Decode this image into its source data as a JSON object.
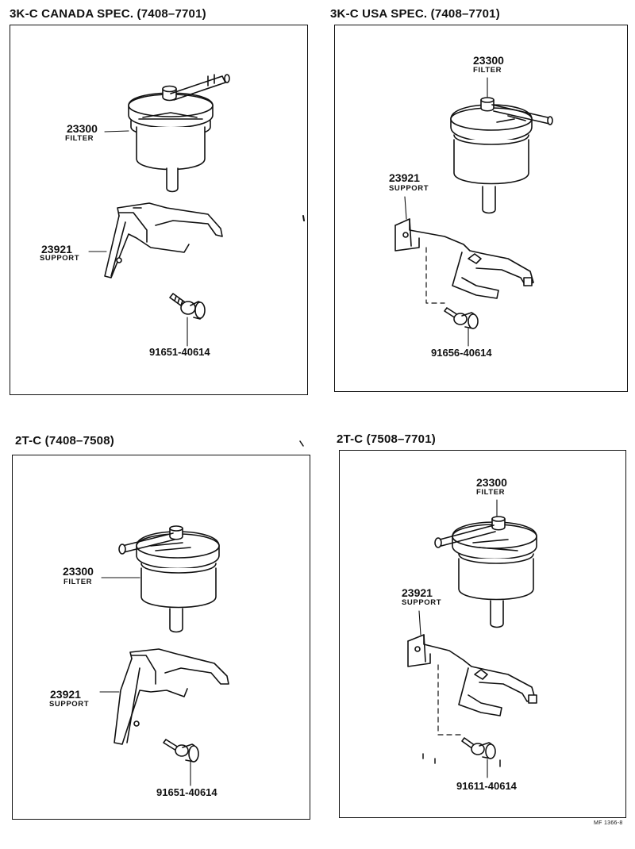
{
  "panels": [
    {
      "title": "3K-C CANADA SPEC. (7408–7701)",
      "filter": {
        "part_no": "23300",
        "name": "FILTER"
      },
      "support": {
        "part_no": "23921",
        "name": "SUPPORT"
      },
      "bolt": {
        "part_no": "91651-40614"
      }
    },
    {
      "title": "3K-C USA SPEC. (7408–7701)",
      "filter": {
        "part_no": "23300",
        "name": "FILTER"
      },
      "support": {
        "part_no": "23921",
        "name": "SUPPORT"
      },
      "bolt": {
        "part_no": "91656-40614"
      }
    },
    {
      "title": "2T-C (7408–7508)",
      "filter": {
        "part_no": "23300",
        "name": "FILTER"
      },
      "support": {
        "part_no": "23921",
        "name": "SUPPORT"
      },
      "bolt": {
        "part_no": "91651-40614"
      }
    },
    {
      "title": "2T-C (7508–7701)",
      "filter": {
        "part_no": "23300",
        "name": "FILTER"
      },
      "support": {
        "part_no": "23921",
        "name": "SUPPORT"
      },
      "bolt": {
        "part_no": "91611-40614"
      }
    }
  ],
  "footer_ref": "MF 1366-8"
}
